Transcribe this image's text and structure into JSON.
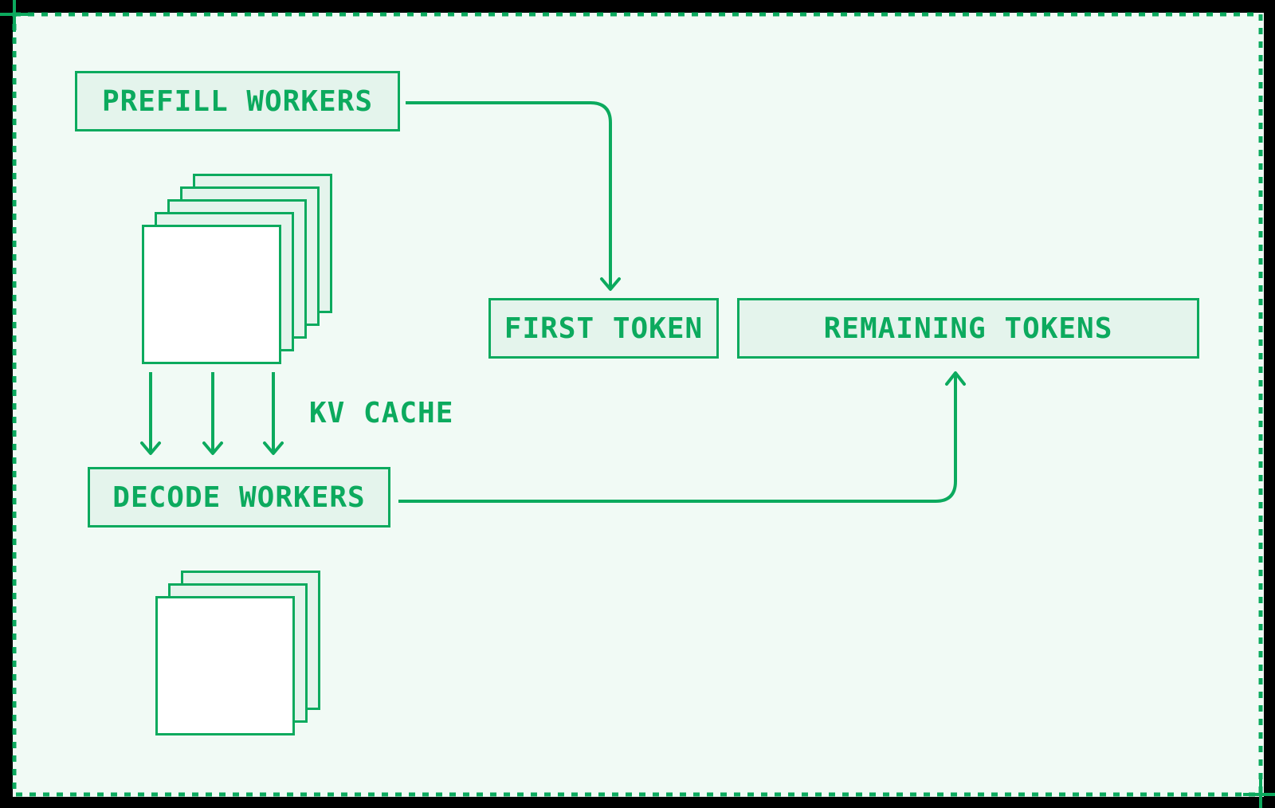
{
  "colors": {
    "accent": "#0caa5e",
    "node_fill": "#e4f4ec",
    "canvas_bg": "#f1faf5",
    "frame_bg": "#000000",
    "card_fill": "#ffffff"
  },
  "nodes": {
    "prefill_workers": {
      "label": "PREFILL WORKERS"
    },
    "first_token": {
      "label": "FIRST TOKEN"
    },
    "remaining_tokens": {
      "label": "REMAINING TOKENS"
    },
    "decode_workers": {
      "label": "DECODE WORKERS"
    }
  },
  "edge_labels": {
    "kv_cache": "KV CACHE"
  },
  "stacks": {
    "prefill_worker_cards": 5,
    "decode_worker_cards": 3
  }
}
